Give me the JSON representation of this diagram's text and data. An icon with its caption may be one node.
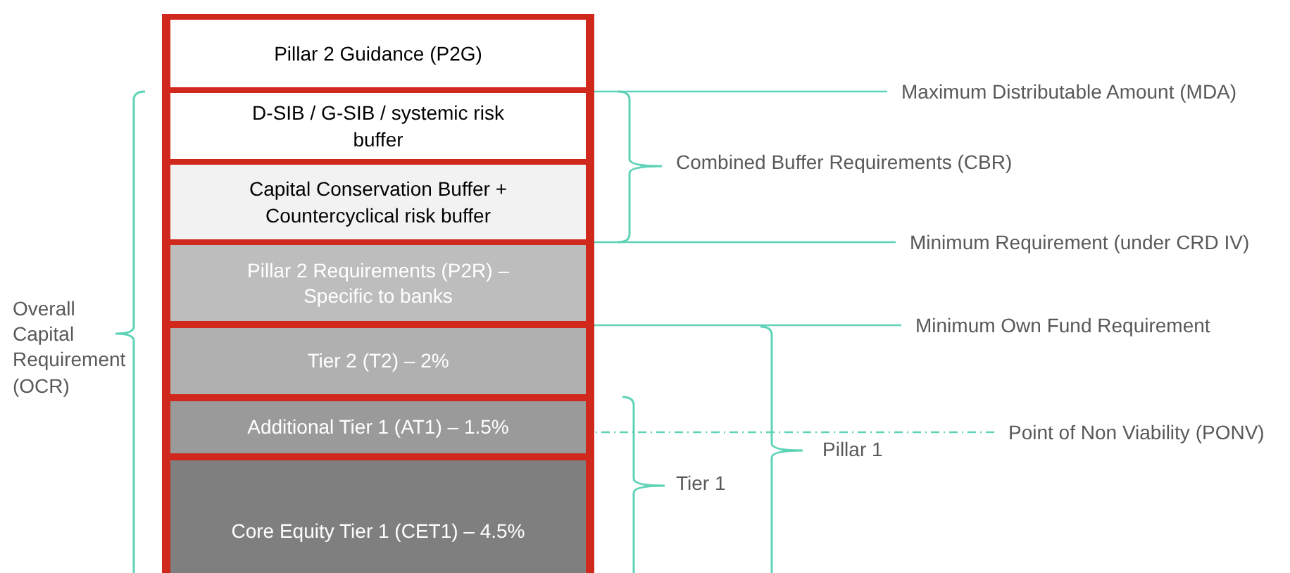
{
  "diagram": {
    "nodes": [
      {
        "text": [
          "Pillar 2 Guidance (P2G)"
        ]
      },
      {
        "text": [
          "D-SIB / G-SIB / systemic risk buffer"
        ]
      },
      {
        "text": [
          "Capital Conservation Buffer + Countercyclical risk buffer"
        ]
      },
      {
        "text": [
          "Pillar 2 Requirements (P2R) – Specific to banks"
        ]
      },
      {
        "text": [
          "Tier 2 (T2) – 2%"
        ]
      },
      {
        "text": [
          "Additional Tier 1 (AT1) – 1.5%"
        ]
      },
      {
        "text": [
          "Core Equity Tier 1 (CET1) – 4.5%"
        ]
      },
      {
        "text": [
          "Maximum Distributable Amount (MDA)"
        ]
      },
      {
        "text": [
          "Minimum Requirement (under CRD IV)"
        ]
      },
      {
        "text": [
          "Minimum Own Fund Requirement"
        ]
      },
      {
        "text": [
          "Point of Non Viability (PONV)"
        ]
      }
    ],
    "edges": [
      {
        "from": 7,
        "to": 1,
        "arrow": "none"
      },
      {
        "from": 8,
        "to": 2,
        "arrow": "none"
      },
      {
        "from": 9,
        "to": 4,
        "arrow": "none"
      },
      {
        "from": 10,
        "to": 5,
        "arrow": "none",
        "style": "dashed"
      }
    ],
    "labels": [
      "Combined Buffer Requirements (CBR)",
      "Overall Capital Requirement (OCR)",
      "Pillar 1",
      "Tier 1"
    ]
  }
}
